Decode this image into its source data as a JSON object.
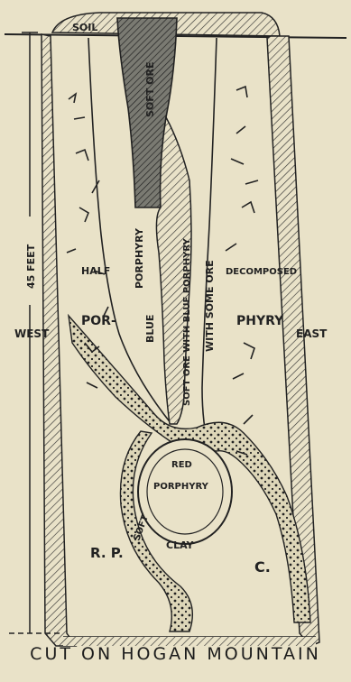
{
  "labels": {
    "soil": "SOIL",
    "soft_ore_top": "SOFT ORE",
    "west": "WEST",
    "east": "EAST",
    "depth": "45 FEET",
    "half": "HALF",
    "por": "POR-",
    "phyry": "PHYRY",
    "porphyry_blue": "PORPHYRY",
    "blue": "BLUE",
    "soft_ore_blue": "SOFT ORE WITH BLUE PORPHYRY",
    "with_some_ore": "WITH SOME ORE",
    "decomposed": "DECOMPOSED",
    "red": "RED",
    "porphyry_lower": "PORPHYRY",
    "soft": "SOFT",
    "clay": "CLAY",
    "rp": "R. P.",
    "c": "C."
  },
  "caption": "CUT ON HOGAN MOUNTAIN"
}
